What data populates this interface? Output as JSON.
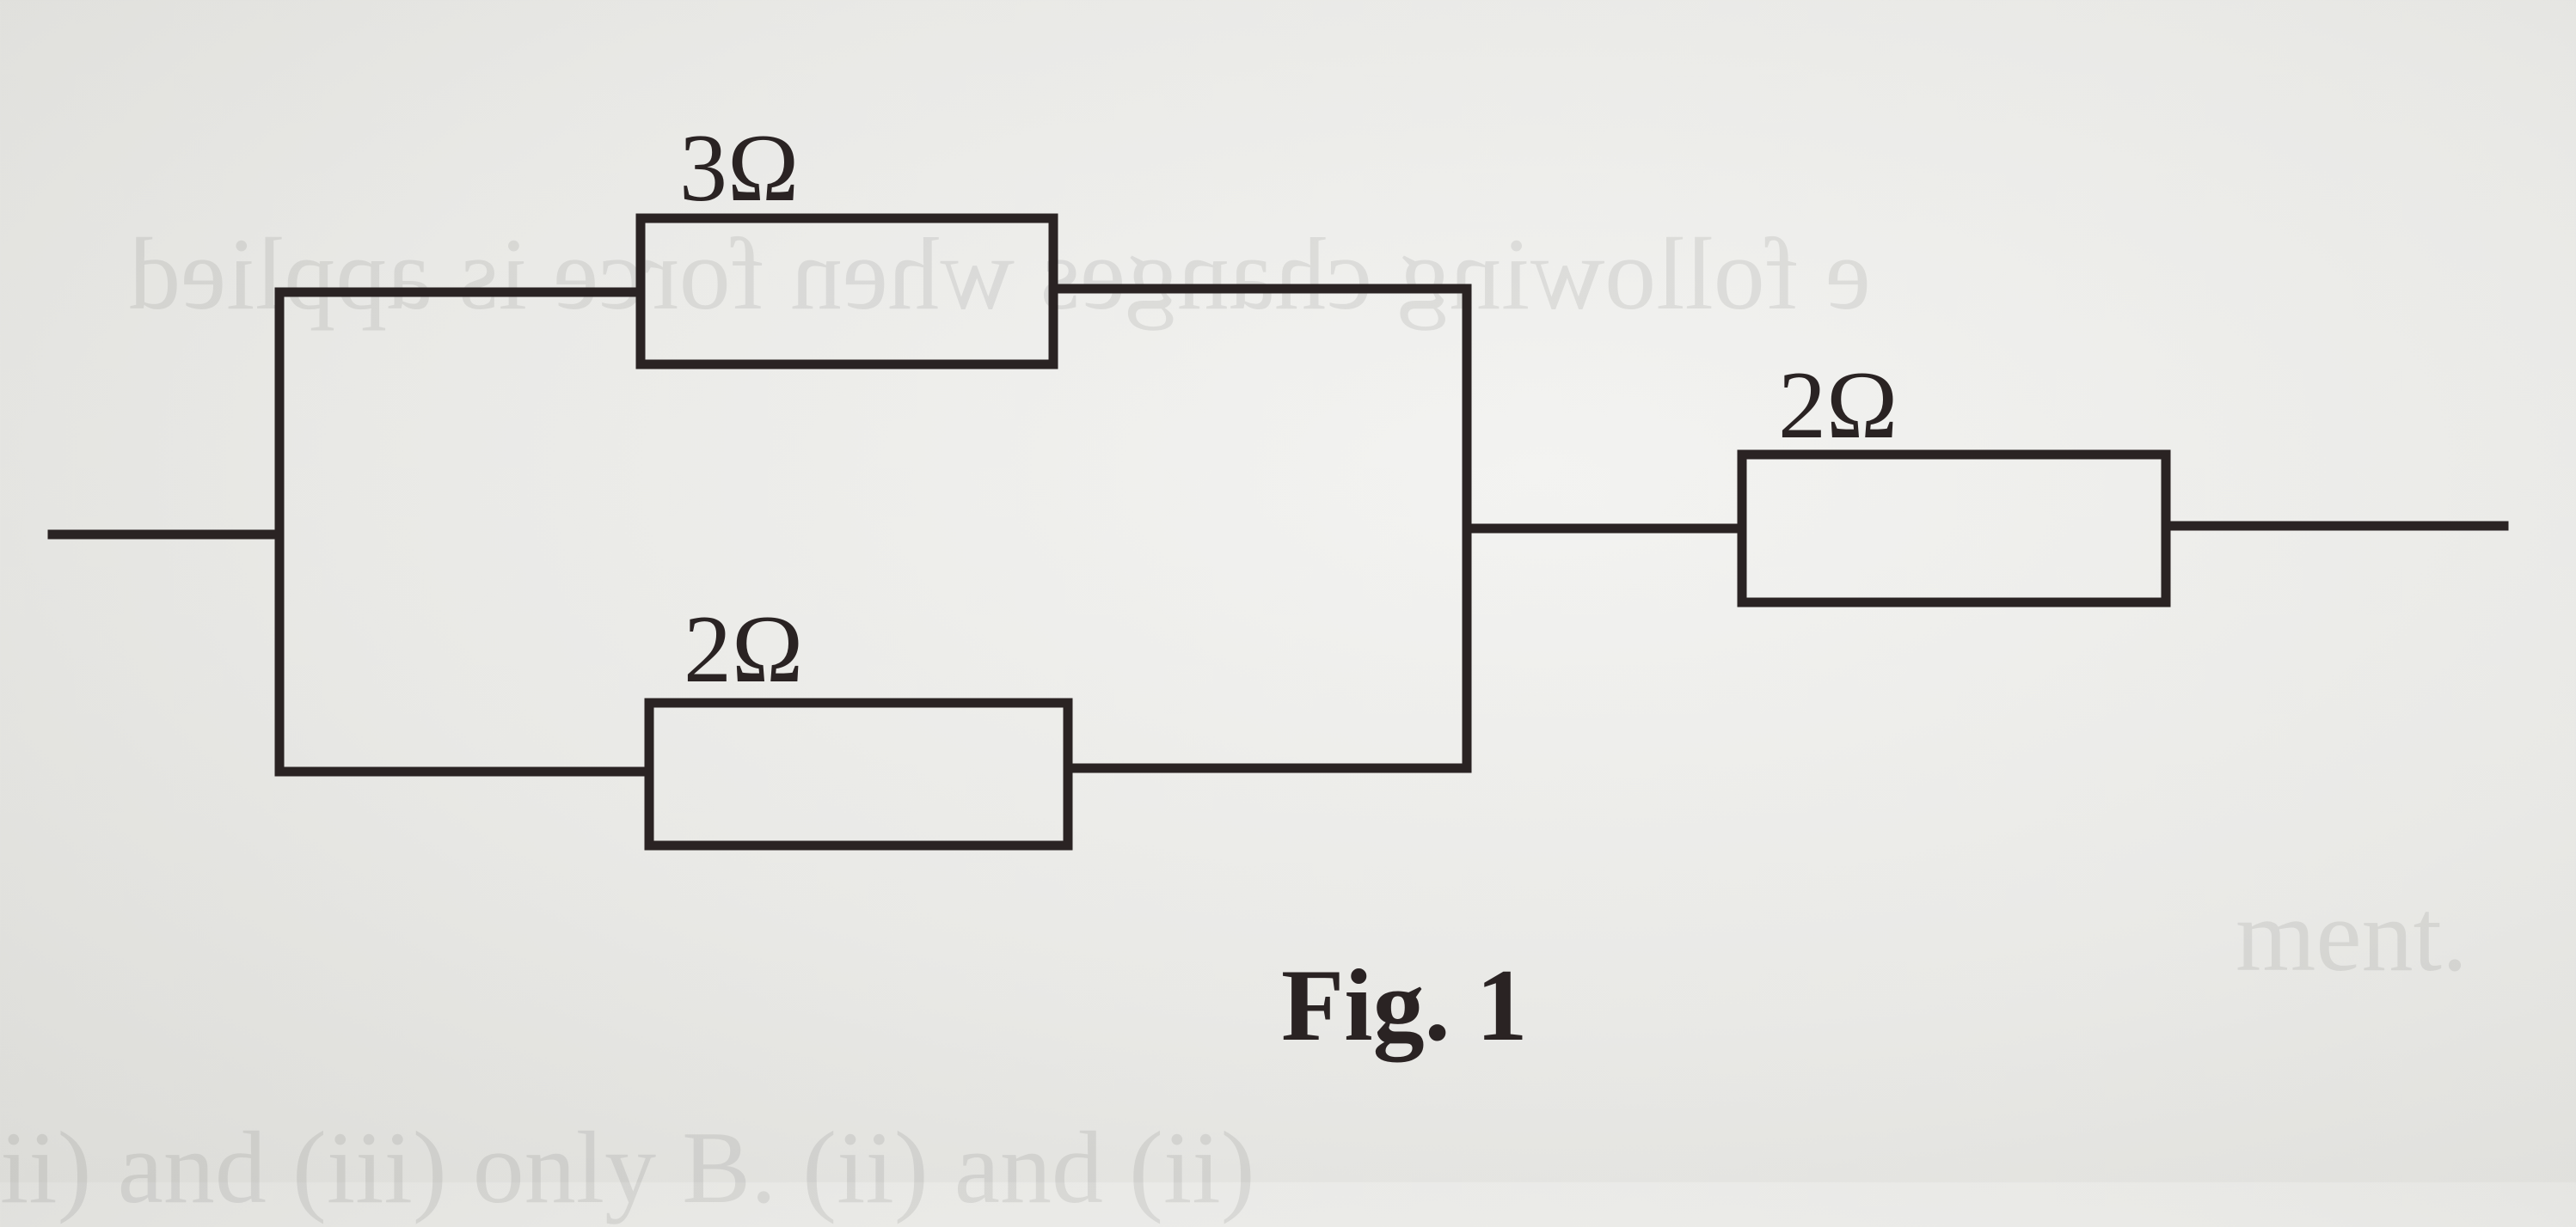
{
  "diagram": {
    "title": "Fig. 1",
    "resistors": [
      {
        "id": "top-parallel",
        "label": "3Ω"
      },
      {
        "id": "bottom-parallel",
        "label": "2Ω"
      },
      {
        "id": "series",
        "label": "2Ω"
      }
    ]
  },
  "bleed_through_text": {
    "line1": "e following changes when force is applied",
    "line2": "ment.",
    "line3": "(ii) and (iii) only        B.    (ii) and (ii)"
  },
  "colors": {
    "ink": "#2a2323",
    "paper": "#ececea"
  }
}
